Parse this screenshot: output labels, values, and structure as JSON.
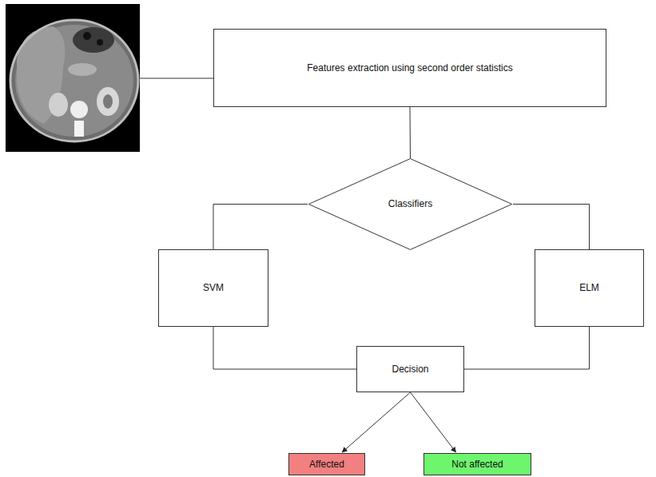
{
  "diagram": {
    "nodes": [
      {
        "text": [
          "Features extraction using second order statistics"
        ]
      },
      {
        "text": [
          "Classifiers"
        ]
      },
      {
        "text": [
          "SVM"
        ]
      },
      {
        "text": [
          "ELM"
        ]
      },
      {
        "text": [
          "Decision"
        ]
      },
      {
        "text": [
          "Affected"
        ]
      },
      {
        "text": [
          "Not affected"
        ]
      }
    ],
    "edges": [
      {
        "from": 0,
        "to": 1,
        "arrow": "none"
      },
      {
        "from": 1,
        "to": 2,
        "arrow": "none"
      },
      {
        "from": 1,
        "to": 3,
        "arrow": "none"
      },
      {
        "from": 2,
        "to": 4,
        "arrow": "none"
      },
      {
        "from": 3,
        "to": 4,
        "arrow": "none"
      },
      {
        "from": 4,
        "to": 5,
        "arrow": "to"
      },
      {
        "from": 4,
        "to": 6,
        "arrow": "to"
      }
    ]
  }
}
